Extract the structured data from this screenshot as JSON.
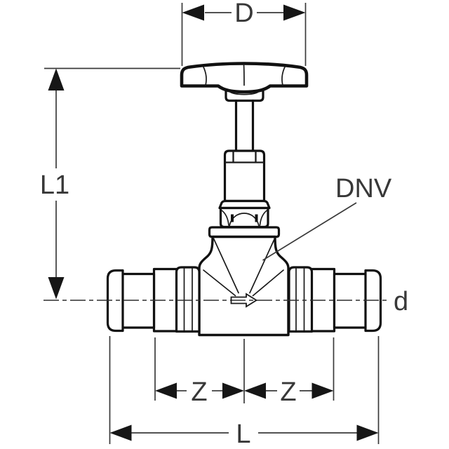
{
  "labels": {
    "handwheel_diameter": "D",
    "height_to_center": "L1",
    "valve_designation": "DNV",
    "pipe_diameter": "d",
    "z_left": "Z",
    "z_right": "Z",
    "overall_length": "L"
  },
  "colors": {
    "background": "#ffffff",
    "valve_outline": "#111111",
    "dimension_lines": "#3a3a3a",
    "label_text": "#383838",
    "arrowhead_fill": "#161616"
  }
}
